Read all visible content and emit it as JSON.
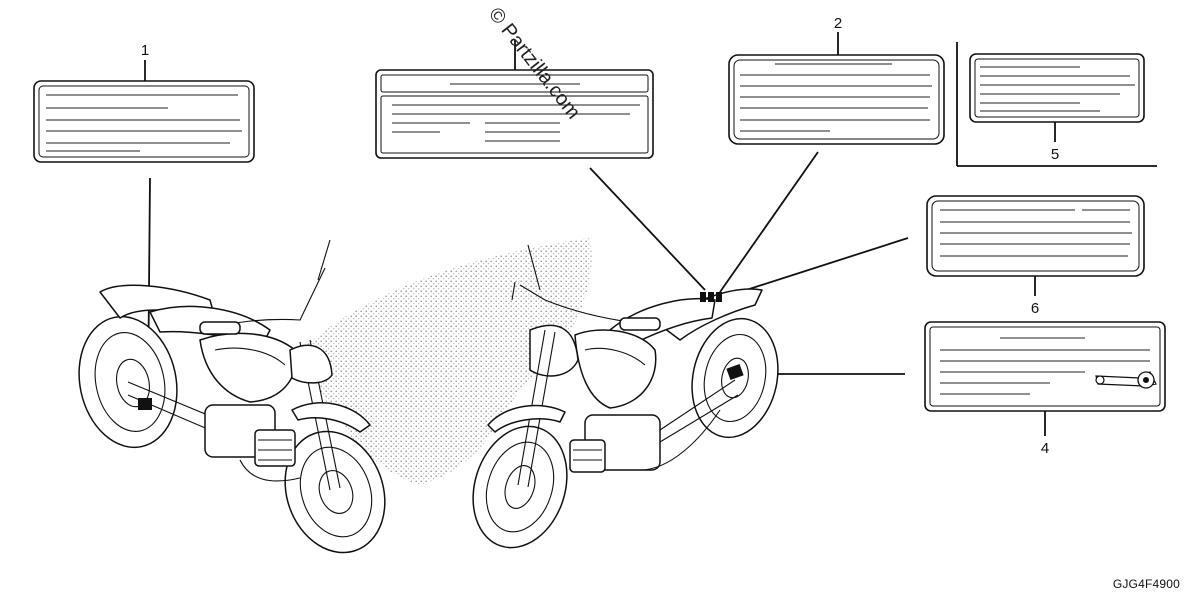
{
  "diagram": {
    "watermark": "© Partzilla.com",
    "part_code": "GJG4F4900",
    "callouts": [
      {
        "id": "1",
        "label": "1"
      },
      {
        "id": "2",
        "label": "2"
      },
      {
        "id": "4",
        "label": "4"
      },
      {
        "id": "5",
        "label": "5"
      },
      {
        "id": "6",
        "label": "6"
      }
    ]
  },
  "colors": {
    "line": "#111111",
    "background": "#ffffff",
    "stipple": "#777777"
  }
}
